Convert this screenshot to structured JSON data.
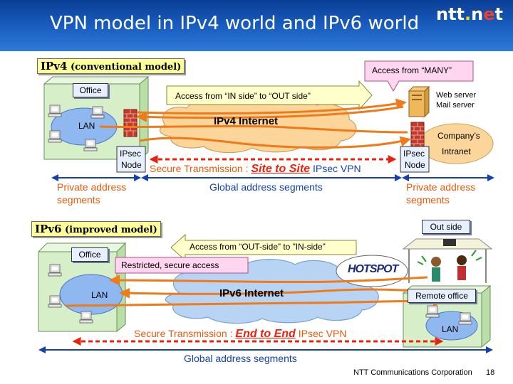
{
  "slide": {
    "title": "VPN model in IPv4 world and IPv6 world",
    "logo": {
      "part1": "ntt",
      "dot": ".",
      "part2": "n",
      "part3": "e",
      "part4": "t"
    },
    "footer": "NTT Communications Corporation",
    "page_number": "18"
  },
  "ipv4": {
    "tag_main": "IPv4",
    "tag_sub": "(conventional model)",
    "office_label": "Office",
    "lan_label": "LAN",
    "internet_label": "IPv4 Internet",
    "access_in_out": "Access from “IN side” to “OUT side”",
    "access_many": "Access from “MANY”",
    "web_server": "Web server",
    "mail_server": "Mail server",
    "company_intranet_1": "Company’s",
    "company_intranet_2": "Intranet",
    "ipsec_node_left_1": "IPsec",
    "ipsec_node_left_2": "Node",
    "ipsec_node_right_1": "IPsec",
    "ipsec_node_right_2": "Node",
    "secure_prefix": "Secure Transmission : ",
    "secure_emphasis": "Site to Site",
    "secure_suffix": "IPsec VPN",
    "private_left_1": "Private address",
    "private_left_2": "segments",
    "global_segments": "Global address segments",
    "private_right_1": "Private address",
    "private_right_2": "segments"
  },
  "ipv6": {
    "tag_main": "IPv6",
    "tag_sub": "(improved model)",
    "office_label": "Office",
    "lan_label": "LAN",
    "internet_label": "IPv6 Internet",
    "access_out_in": "Access from “OUT-side” to ”IN-side”",
    "restricted": "Restricted, secure access",
    "hotspot": "HOTSPOT",
    "out_side": "Out side",
    "remote_office": "Remote office",
    "remote_lan": "LAN",
    "secure_prefix": "Secure Transmission : ",
    "secure_emphasis": "End to End",
    "secure_suffix": "IPsec VPN",
    "global_segments": "Global address segments"
  },
  "colors": {
    "header": "#1a5fc2",
    "arrow_orange": "#f07a1a",
    "secure_red": "#e8220c",
    "segment_blue": "#1540b0",
    "cloud": "#fbd59a",
    "cloud_v6": "#b8d4f5",
    "lan": "#8fb8f0",
    "building": "#d6efc9"
  }
}
